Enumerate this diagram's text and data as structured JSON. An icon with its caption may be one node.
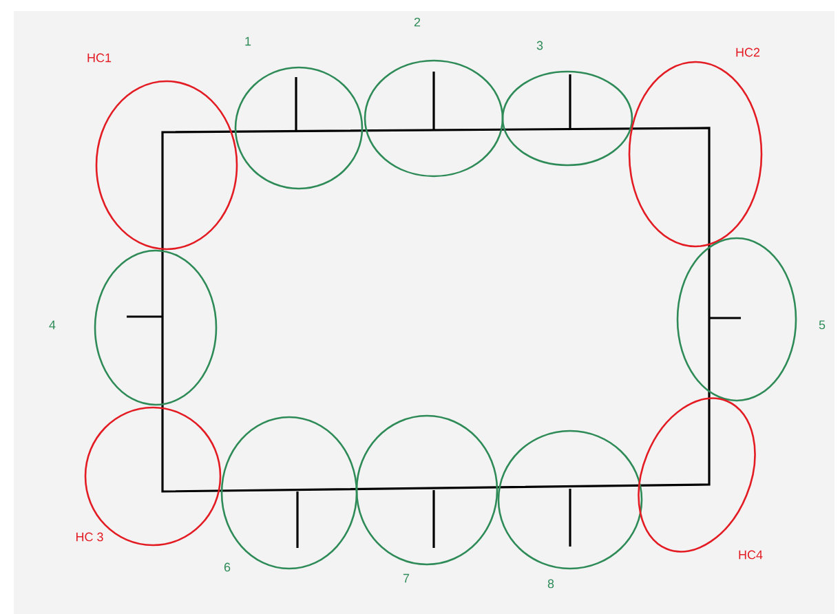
{
  "diagram": {
    "nodes": [
      {
        "text": [],
        "shape": "circle",
        "beside": [
          "HC1"
        ]
      },
      {
        "text": [],
        "shape": "circle",
        "beside": [
          "1"
        ]
      },
      {
        "text": [],
        "shape": "circle",
        "beside": [
          "2"
        ]
      },
      {
        "text": [],
        "shape": "circle",
        "beside": [
          "3"
        ]
      },
      {
        "text": [],
        "shape": "circle",
        "beside": [
          "HC2"
        ]
      },
      {
        "text": [],
        "shape": "circle",
        "beside": [
          "4"
        ]
      },
      {
        "text": [],
        "shape": "circle",
        "beside": [
          "5"
        ]
      },
      {
        "text": [],
        "shape": "circle",
        "beside": [
          "HC 3"
        ]
      },
      {
        "text": [],
        "shape": "circle",
        "beside": [
          "6"
        ]
      },
      {
        "text": [],
        "shape": "circle",
        "beside": [
          "7"
        ]
      },
      {
        "text": [],
        "shape": "circle",
        "beside": [
          "8"
        ]
      },
      {
        "text": [],
        "shape": "circle",
        "beside": [
          "HC4"
        ]
      }
    ]
  }
}
